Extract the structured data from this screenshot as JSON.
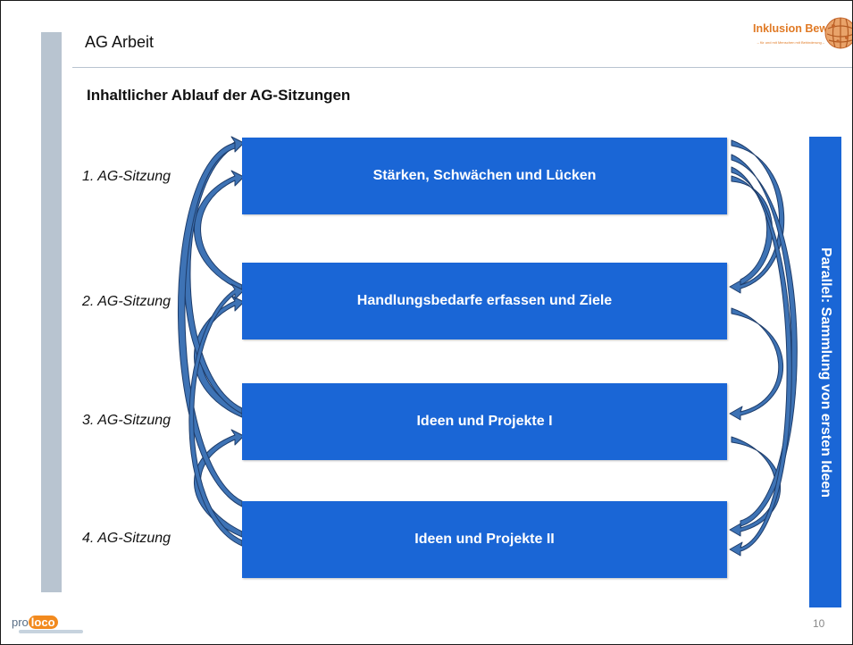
{
  "header": {
    "title": "AG Arbeit"
  },
  "subtitle": "Inhaltlicher Ablauf der AG-Sitzungen",
  "logo": {
    "name": "Inklusion Bewegen",
    "tagline": "– für und mit Menschen mit Behinderung –",
    "icon": "globe-icon"
  },
  "sessions": [
    {
      "label": "1. AG-Sitzung"
    },
    {
      "label": "2. AG-Sitzung"
    },
    {
      "label": "3. AG-Sitzung"
    },
    {
      "label": "4. AG-Sitzung"
    }
  ],
  "boxes": [
    {
      "label": "Stärken, Schwächen und Lücken"
    },
    {
      "label": "Handlungsbedarfe erfassen und Ziele"
    },
    {
      "label": "Ideen und Projekte I"
    },
    {
      "label": "Ideen und Projekte II"
    }
  ],
  "parallel": {
    "label": "Parallel: Sammlung von ersten Ideen"
  },
  "footer": {
    "logo_prefix": "pro",
    "logo_highlight": "loco",
    "page_number": "10"
  },
  "colors": {
    "box": "#1a66d6",
    "arrow_fill": "#3e73b5",
    "arrow_stroke": "#1e3d6b",
    "side_bar": "#b8c4d0",
    "logo_accent": "#e07a25"
  }
}
